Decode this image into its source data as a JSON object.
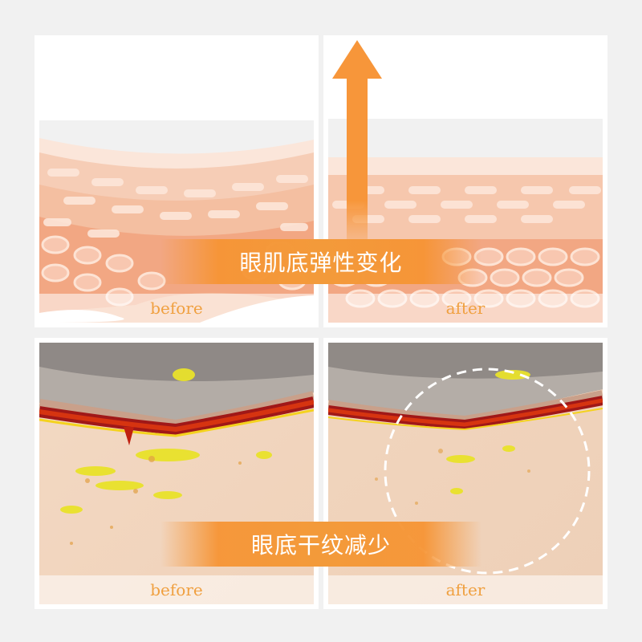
{
  "banners": {
    "top": "眼肌底弹性变化",
    "bottom": "眼底干纹减少"
  },
  "panels": {
    "top_left_label": "before",
    "top_right_label": "after",
    "bottom_left_label": "before",
    "bottom_right_label": "after"
  },
  "colors": {
    "accent": "#f39a3a",
    "label_text": "#f0a040",
    "skin_layer": "#f4c4a8",
    "dermis": "#f2a783"
  },
  "icons": {
    "lift": "up-arrow-icon",
    "focus": "dashed-circle-icon"
  }
}
